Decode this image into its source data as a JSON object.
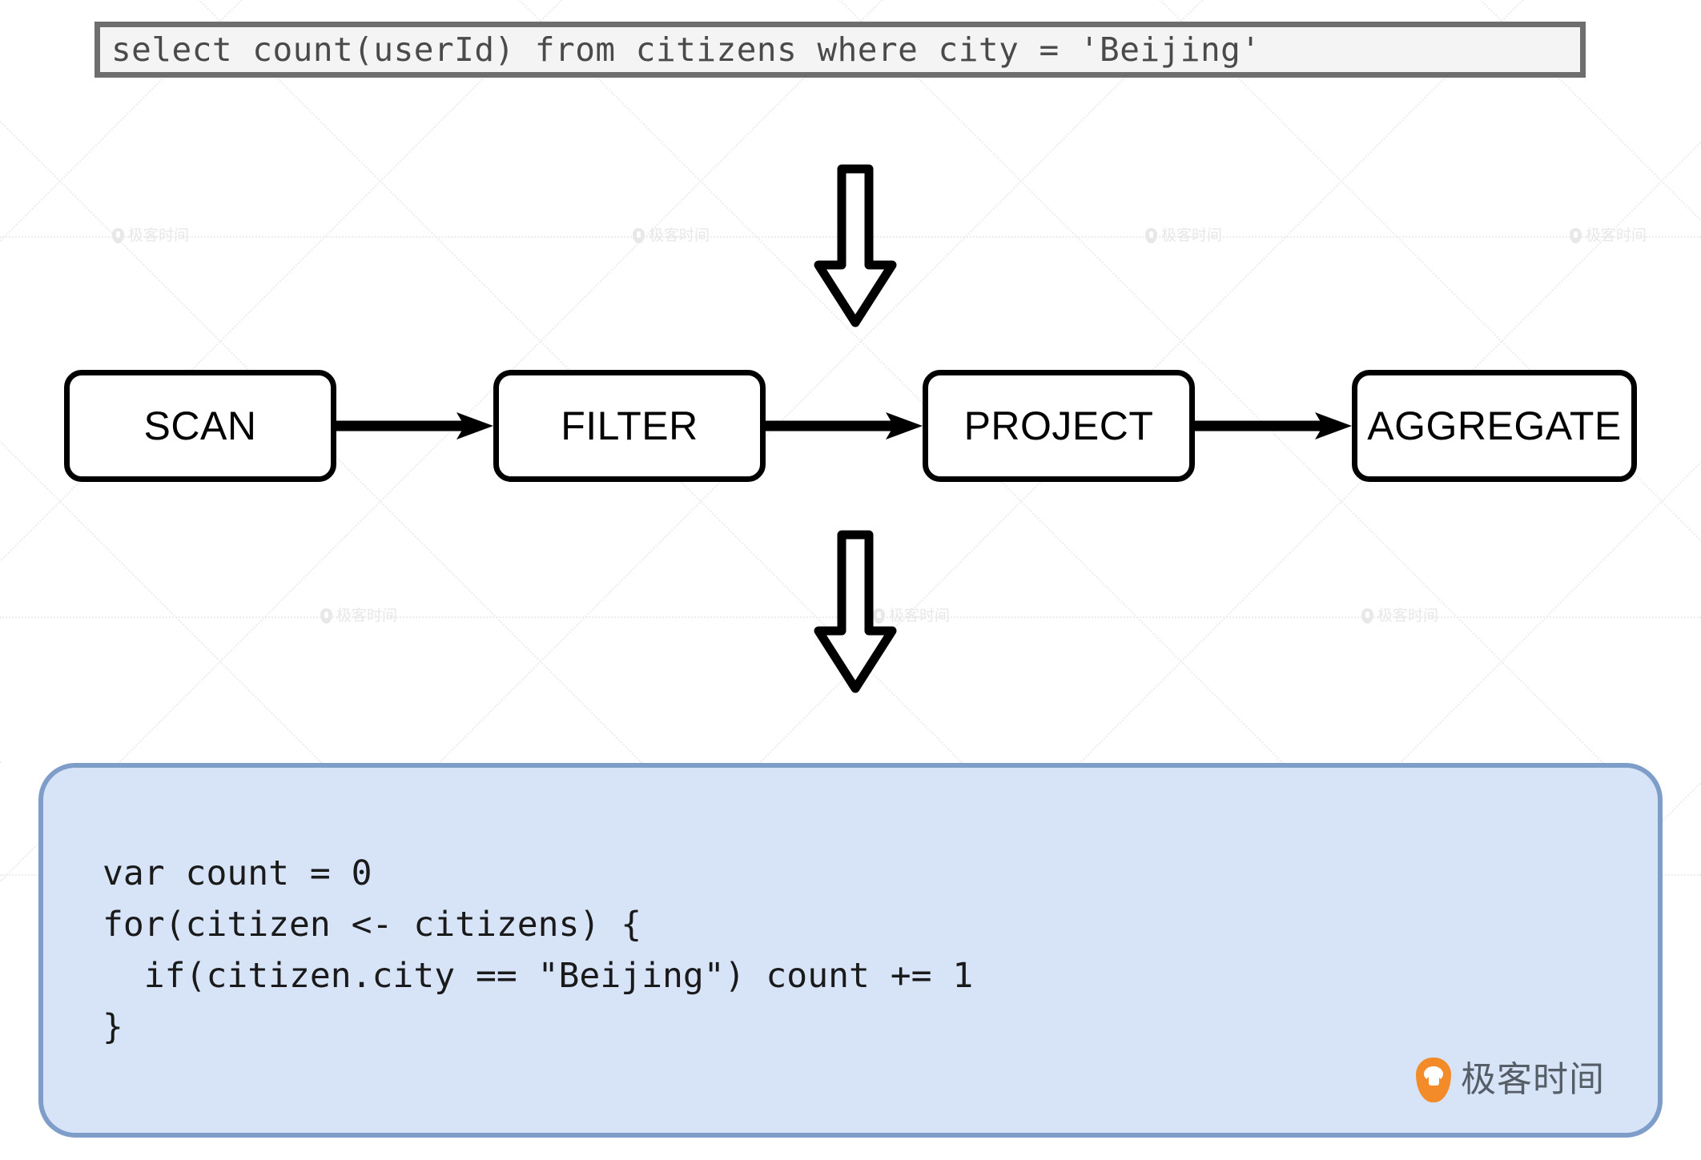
{
  "sql": {
    "query": "select count(userId) from citizens where city = 'Beijing'"
  },
  "arrows": {
    "top_arrow_name": "down-arrow",
    "bottom_arrow_name": "down-arrow"
  },
  "pipeline": {
    "stages": [
      {
        "label": "SCAN"
      },
      {
        "label": "FILTER"
      },
      {
        "label": "PROJECT"
      },
      {
        "label": "AGGREGATE"
      }
    ],
    "connector_count": 3
  },
  "code": {
    "text": "var count = 0\nfor(citizen <- citizens) {\n  if(citizen.city == \"Beijing\") count += 1\n}",
    "lines": [
      "var count = 0",
      "for(citizen <- citizens) {",
      "  if(citizen.city == \"Beijing\") count += 1",
      "}"
    ]
  },
  "branding": {
    "logo_text": "极客时间",
    "logo_icon": "location-pin-icon",
    "watermark_text": "极客时间"
  },
  "colors": {
    "sql_border": "#6e6e6e",
    "sql_background": "#f4f4f4",
    "sql_text": "#4a4a4a",
    "box_border": "#000000",
    "box_fill": "#ffffff",
    "code_panel_fill": "#d7e4f8",
    "code_panel_border": "#7e9dc8",
    "code_text": "#1a1a1a",
    "logo_orange": "#f28b28",
    "logo_gray": "#555d66",
    "watermark_gray": "#e8e8e8"
  }
}
